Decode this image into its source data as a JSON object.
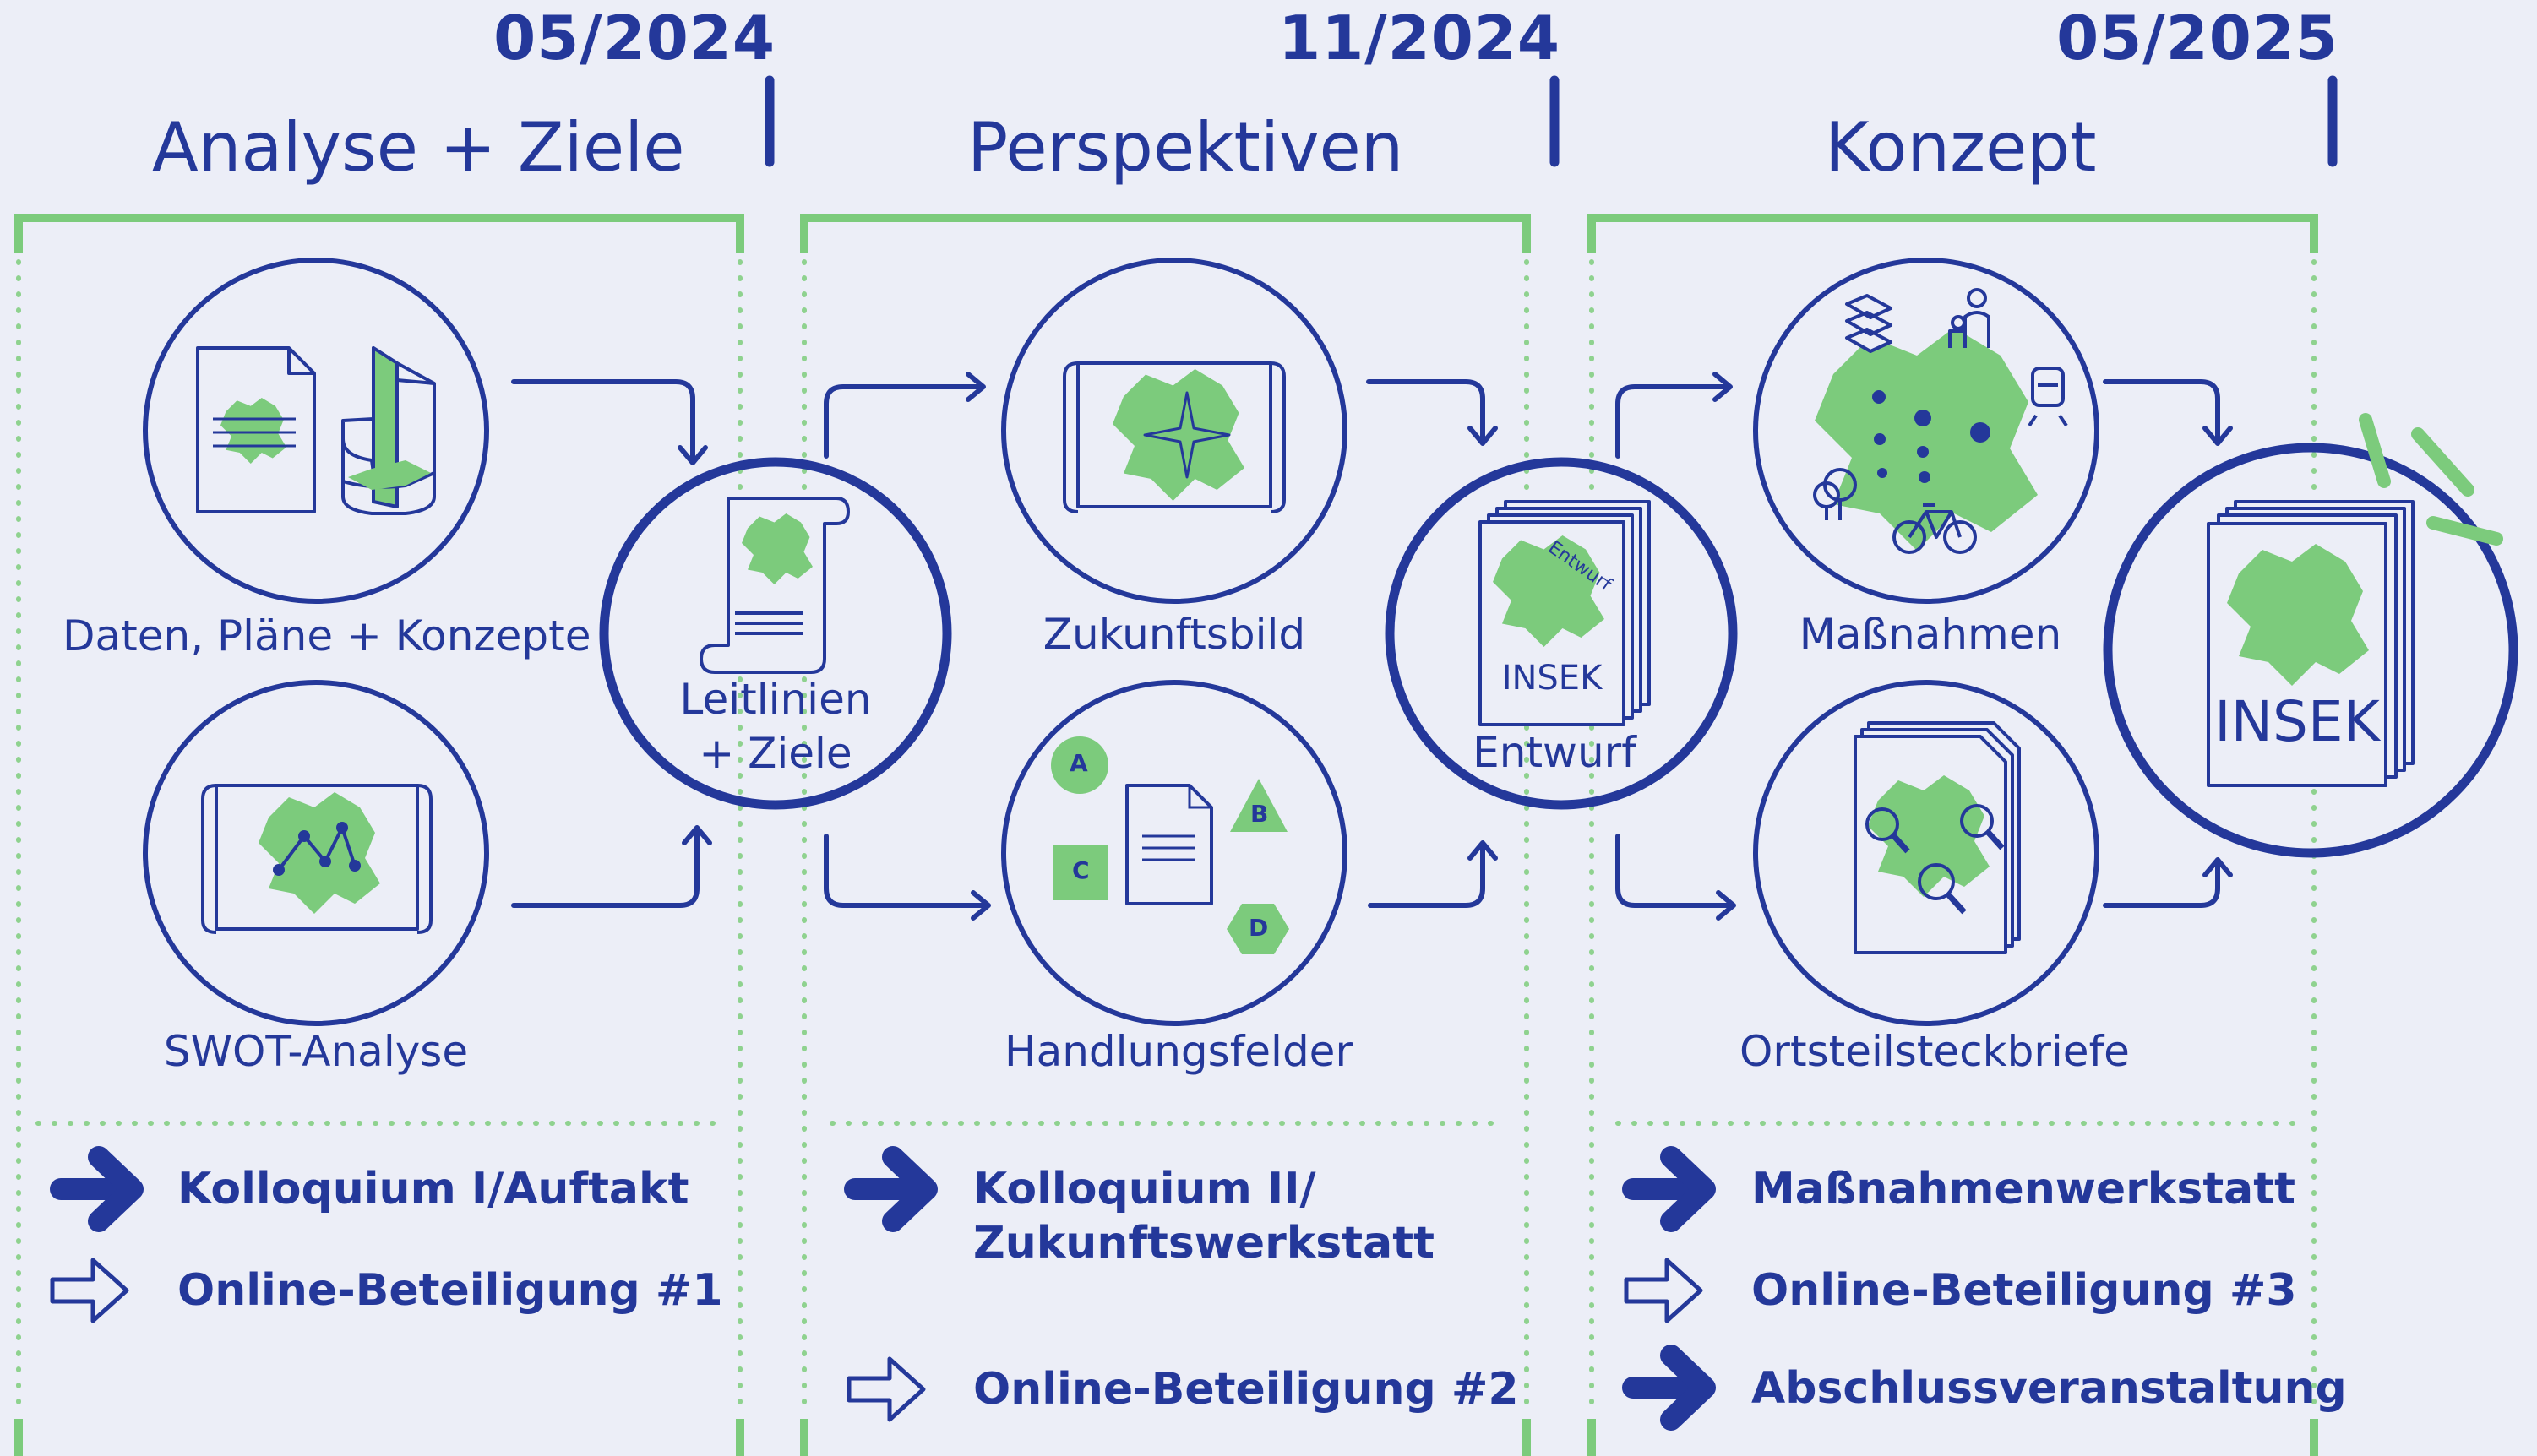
{
  "colors": {
    "background": "#eceef7",
    "navy": "#24389a",
    "green": "#7ccb7c",
    "dotted_green": "#8fd28f"
  },
  "phases": [
    {
      "date": "05/2024",
      "title": "Analyse + Ziele",
      "steps": [
        {
          "label": "Daten, Pläne + Konzepte",
          "icon": "document-and-charts-icon"
        },
        {
          "label": "SWOT-Analyse",
          "icon": "map-network-icon"
        }
      ],
      "result": {
        "label_line1": "Leitlinien",
        "label_line2": "+ Ziele",
        "icon": "scroll-map-icon"
      },
      "events": [
        {
          "label": "Kolloquium I/Auftakt",
          "arrow": "filled"
        },
        {
          "label": "Online-Beteiligung #1",
          "arrow": "outline"
        }
      ]
    },
    {
      "date": "11/2024",
      "title": "Perspektiven",
      "steps": [
        {
          "label": "Zukunftsbild",
          "icon": "map-compass-icon"
        },
        {
          "label": "Handlungsfelder",
          "icon": "fields-abcd-icon",
          "badges": [
            "A",
            "B",
            "C",
            "D"
          ]
        }
      ],
      "result": {
        "label": "Entwurf",
        "doc_text": "INSEK",
        "stamp": "Entwurf",
        "icon": "draft-document-icon"
      },
      "events": [
        {
          "label_line1": "Kolloquium II/",
          "label_line2": "Zukunftswerkstatt",
          "arrow": "filled"
        },
        {
          "label": "Online-Beteiligung #2",
          "arrow": "outline"
        }
      ]
    },
    {
      "date": "05/2025",
      "title": "Konzept",
      "steps": [
        {
          "label": "Maßnahmen",
          "icon": "measures-map-icon"
        },
        {
          "label": "Ortsteilsteckbriefe",
          "icon": "district-profiles-icon"
        }
      ],
      "result": {
        "doc_text": "INSEK",
        "icon": "final-document-icon"
      },
      "events": [
        {
          "label": "Maßnahmenwerkstatt",
          "arrow": "filled"
        },
        {
          "label": "Online-Beteiligung #3",
          "arrow": "outline"
        },
        {
          "label": "Abschlussveranstaltung",
          "arrow": "filled"
        }
      ]
    }
  ]
}
